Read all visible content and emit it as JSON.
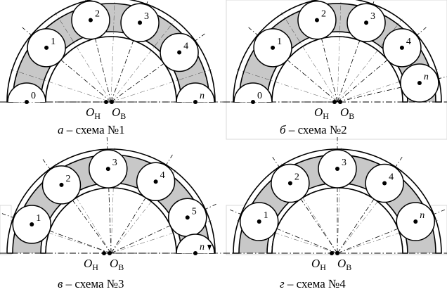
{
  "center_labels": {
    "outer": "O",
    "outer_sub": "Н",
    "inner": "O",
    "inner_sub": "В"
  },
  "panels": [
    {
      "id": "a",
      "caption_letter": "а",
      "caption_text": " – схема №1",
      "balls": [
        {
          "label": "0",
          "angle": 180
        },
        {
          "label": "1",
          "angle": 140
        },
        {
          "label": "2",
          "angle": 104
        },
        {
          "label": "3",
          "angle": 70
        },
        {
          "label": "4",
          "angle": 36
        },
        {
          "label": "n",
          "angle": 0,
          "italic": true
        }
      ]
    },
    {
      "id": "b",
      "caption_letter": "б",
      "caption_text": " – схема №2",
      "balls": [
        {
          "label": "0",
          "angle": 180
        },
        {
          "label": "1",
          "angle": 140
        },
        {
          "label": "2",
          "angle": 104
        },
        {
          "label": "3",
          "angle": 70
        },
        {
          "label": "4",
          "angle": 40
        },
        {
          "label": "n",
          "angle": 13,
          "italic": true
        }
      ]
    },
    {
      "id": "v",
      "caption_letter": "в",
      "caption_text": " – схема №3",
      "balls": [
        {
          "label": "1",
          "angle": 160
        },
        {
          "label": "2",
          "angle": 126
        },
        {
          "label": "3",
          "angle": 92
        },
        {
          "label": "4",
          "angle": 58
        },
        {
          "label": "5",
          "angle": 25
        },
        {
          "label": "n",
          "angle": 0,
          "italic": true
        }
      ]
    },
    {
      "id": "g",
      "caption_letter": "г",
      "caption_text": " – схема №4",
      "balls": [
        {
          "label": "1",
          "angle": 158
        },
        {
          "label": "2",
          "angle": 124
        },
        {
          "label": "3",
          "angle": 90
        },
        {
          "label": "4",
          "angle": 56
        },
        {
          "label": "n",
          "angle": 22,
          "italic": true
        }
      ]
    }
  ]
}
